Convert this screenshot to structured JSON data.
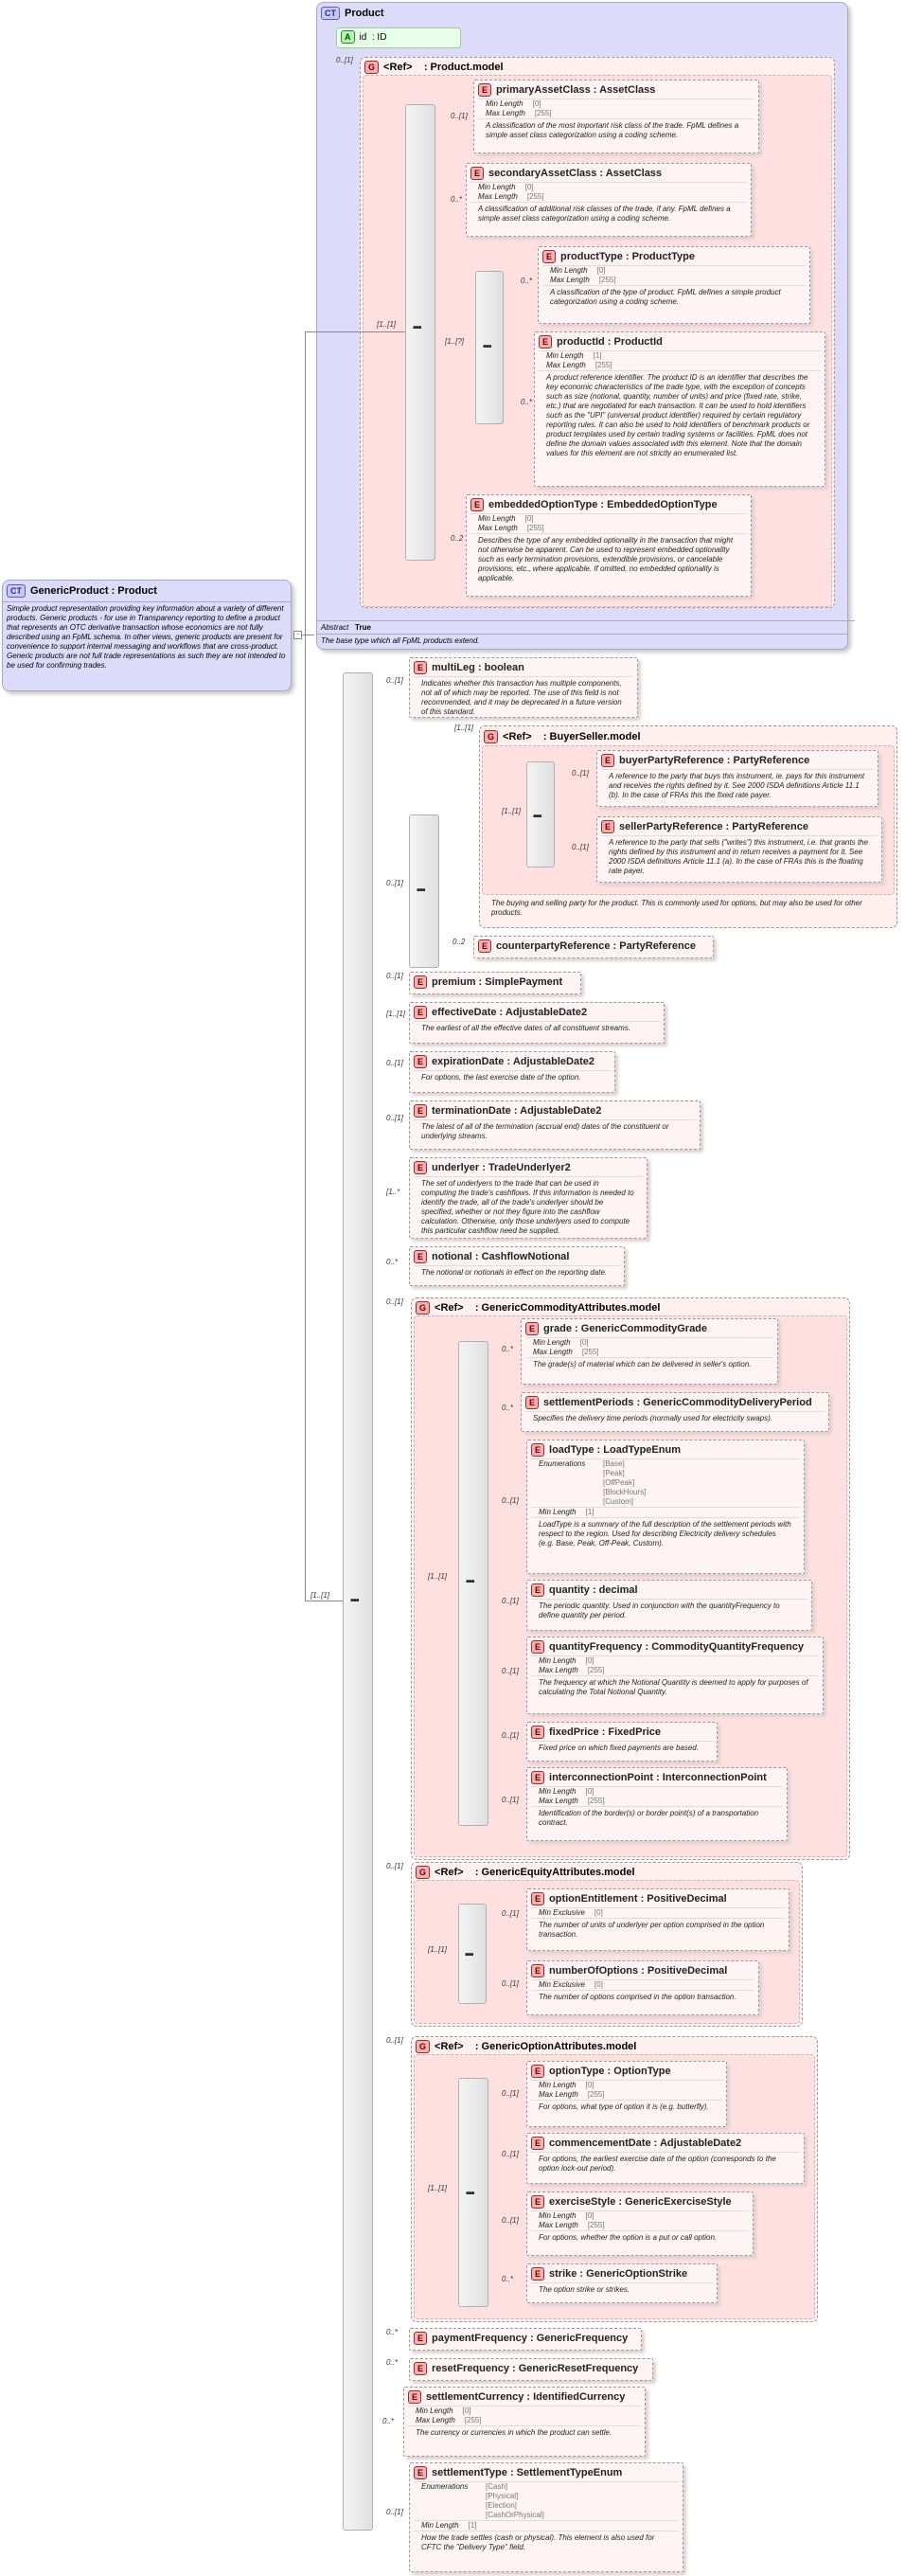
{
  "product": {
    "badge": "CT",
    "name": "Product",
    "attr_badge": "A",
    "attr_name": "id",
    "attr_type": ": ID",
    "model_ref": "<Ref>",
    "model_name": ": Product.model",
    "abstract_label": "Abstract",
    "abstract_value": "True",
    "description": "The base type which all FpML products extend.",
    "mult_model": "0..[1]",
    "mult_seq": "[1..[1]",
    "mult_inner": "[1..[?]"
  },
  "generic": {
    "badge": "CT",
    "name": "GenericProduct : Product",
    "description": "Simple product representation providing key information about a variety of different products. Generic products - for use in Transparency reporting to define a product that represents an OTC derivative transaction whose economics are not fully described using an FpML schema. In other views, generic products are present for convenience to support internal messaging and workflows that are cross-product. Generic products are not full trade representations as such they are not intended to be used for confirming trades."
  },
  "labels": {
    "min_length": "Min Length",
    "max_length": "Max Length",
    "min_exclusive": "Min Exclusive",
    "enumerations": "Enumerations",
    "ref": "<Ref>",
    "e": "E",
    "g": "G"
  },
  "product_elements": [
    {
      "name": "primaryAssetClass",
      "type": "AssetClass",
      "mult": "0..[1]",
      "min": "[0]",
      "max": "[255]",
      "desc": "A classification of the most important risk class of the trade. FpML defines a simple asset class categorization using a coding scheme."
    },
    {
      "name": "secondaryAssetClass",
      "type": "AssetClass",
      "mult": "0..*",
      "min": "[0]",
      "max": "[255]",
      "desc": "A classification of additional risk classes of the trade, if any. FpML defines a simple asset class categorization using a coding scheme."
    },
    {
      "name": "productType",
      "type": "ProductType",
      "mult": "0..*",
      "min": "[0]",
      "max": "[255]",
      "desc": "A classification of the type of product. FpML defines a simple product categorization using a coding scheme."
    },
    {
      "name": "productId",
      "type": "ProductId",
      "mult": "0..*",
      "min": "[1]",
      "max": "[255]",
      "desc": "A product reference identifier. The product ID is an identifier that describes the key economic characteristics of the trade type, with the exception of concepts such as size (notional, quantity, number of units) and price (fixed rate, strike, etc.) that are negotiated for each transaction. It can be used to hold identifiers such as the \"UPI\" (universal product identifier) required by certain regulatory reporting rules. It can also be used to hold identifiers of benchmark products or product templates used by certain trading systems or facilities. FpML does not define the domain values associated with this element. Note that the domain values for this element are not strictly an enumerated list."
    },
    {
      "name": "embeddedOptionType",
      "type": "EmbeddedOptionType",
      "mult": "0..2",
      "min": "[0]",
      "max": "[255]",
      "desc": "Describes the type of any embedded optionality in the transaction that might not otherwise be apparent. Can be used to represent embedded optionality such as early termination provisions, extendible provisions, or cancelable provisions, etc., where applicable. If omitted, no embedded optionality is applicable."
    }
  ],
  "multileg": {
    "name": "multiLeg",
    "type": "boolean",
    "mult": "0..[1]",
    "desc": "Indicates whether this transaction has multiple components, not all of which may be reported. The use of this field is not recommended, and it may be deprecated in a future version of this standard."
  },
  "buyerseller": {
    "model": ": BuyerSeller.model",
    "mult_model": "[1..[1]",
    "mult_seq": "0..[1]",
    "mult_inner": "[1..[1]",
    "desc": "The buying and selling party for the product. This is commonly used for options, but may also be used for other products.",
    "buyer": {
      "name": "buyerPartyReference",
      "type": "PartyReference",
      "mult": "0..[1]",
      "desc": "A reference to the party that buys this instrument, ie. pays for this instrument and receives the rights defined by it. See 2000 ISDA definitions Article 11.1 (b). In the case of FRAs this the fixed rate payer."
    },
    "seller": {
      "name": "sellerPartyReference",
      "type": "PartyReference",
      "mult": "0..[1]",
      "desc": "A reference to the party that sells (\"writes\") this instrument, i.e. that grants the rights defined by this instrument and in return receives a payment for it. See 2000 ISDA definitions Article 11.1 (a). In the case of FRAs this is the floating rate payer."
    },
    "counterparty": {
      "name": "counterpartyReference",
      "type": "PartyReference",
      "mult": "0..2"
    }
  },
  "main_elements": [
    {
      "id": "premium",
      "name": "premium",
      "type": "SimplePayment",
      "mult": "0..[1]",
      "desc": ""
    },
    {
      "id": "effective",
      "name": "effectiveDate",
      "type": "AdjustableDate2",
      "mult": "[1..[1]",
      "desc": "The earliest of all the effective dates of all constituent streams."
    },
    {
      "id": "expiration",
      "name": "expirationDate",
      "type": "AdjustableDate2",
      "mult": "0..[1]",
      "desc": "For options, the last exercise date of the option."
    },
    {
      "id": "termination",
      "name": "terminationDate",
      "type": "AdjustableDate2",
      "mult": "0..[1]",
      "desc": "The latest of all of the termination (accrual end) dates of the constituent or underlying streams."
    },
    {
      "id": "underlyer",
      "name": "underlyer",
      "type": "TradeUnderlyer2",
      "mult": "[1..*",
      "desc": "The set of underlyers to the trade that can be used in computing the trade's cashflows. If this information is needed to identify the trade, all of the trade's underlyer should be specified, whether or not they figure into the cashflow calculation. Otherwise, only those underlyers used to compute this particular cashflow need be supplied."
    },
    {
      "id": "notional",
      "name": "notional",
      "type": "CashflowNotional",
      "mult": "0..*",
      "desc": "The notional or notionals in effect on the reporting date."
    }
  ],
  "commodity": {
    "model": ": GenericCommodityAttributes.model",
    "mult_model": "0..[1]",
    "mult_seq": "[1..[1]",
    "grade": {
      "name": "grade",
      "type": "GenericCommodityGrade",
      "mult": "0..*",
      "min": "[0]",
      "max": "[255]",
      "desc": "The grade(s) of material which can be delivered in seller's option."
    },
    "settlement": {
      "name": "settlementPeriods",
      "type": "GenericCommodityDeliveryPeriod",
      "mult": "0..*",
      "desc": "Specifies the delivery time periods (normally used for electricity swaps)."
    },
    "loadtype": {
      "name": "loadType",
      "type": "LoadTypeEnum",
      "mult": "0..[1]",
      "enums": [
        "[Base]",
        "[Peak]",
        "[OffPeak]",
        "[BlockHours]",
        "[Custom]"
      ],
      "min": "[1]",
      "desc": "LoadType is a summary of the full description of the settlement periods with respect to the region. Used for describing Electricity delivery schedules (e.g. Base, Peak, Off-Peak, Custom)."
    },
    "quantity": {
      "name": "quantity",
      "type": "decimal",
      "mult": "0..[1]",
      "desc": "The periodic quantity. Used in conjunction with the quantityFrequency to define quantity per period."
    },
    "qfreq": {
      "name": "quantityFrequency",
      "type": "CommodityQuantityFrequency",
      "mult": "0..[1]",
      "min": "[0]",
      "max": "[255]",
      "desc": "The frequency at which the Notional Quantity is deemed to apply for purposes of calculating the Total Notional Quantity."
    },
    "fixedprice": {
      "name": "fixedPrice",
      "type": "FixedPrice",
      "mult": "0..[1]",
      "desc": "Fixed price on which fixed payments are based."
    },
    "interconnection": {
      "name": "interconnectionPoint",
      "type": "InterconnectionPoint",
      "mult": "0..[1]",
      "min": "[0]",
      "max": "[255]",
      "desc": "Identification of the border(s) or border point(s) of a transportation contract."
    }
  },
  "equity": {
    "model": ": GenericEquityAttributes.model",
    "mult_model": "0..[1]",
    "mult_seq": "[1..[1]",
    "optent": {
      "name": "optionEntitlement",
      "type": "PositiveDecimal",
      "mult": "0..[1]",
      "minex": "[0]",
      "desc": "The number of units of underlyer per option comprised in the option transaction."
    },
    "numopt": {
      "name": "numberOfOptions",
      "type": "PositiveDecimal",
      "mult": "0..[1]",
      "minex": "[0]",
      "desc": "The number of options comprised in the option transaction."
    }
  },
  "option": {
    "model": ": GenericOptionAttributes.model",
    "mult_model": "0..[1]",
    "mult_seq": "[1..[1]",
    "opttype": {
      "name": "optionType",
      "type": "OptionType",
      "mult": "0..[1]",
      "min": "[0]",
      "max": "[255]",
      "desc": "For options, what type of option it is (e.g. butterfly)."
    },
    "commence": {
      "name": "commencementDate",
      "type": "AdjustableDate2",
      "mult": "0..[1]",
      "desc": "For options, the earliest exercise date of the option (corresponds to the option lock-out period)."
    },
    "exstyle": {
      "name": "exerciseStyle",
      "type": "GenericExerciseStyle",
      "mult": "0..[1]",
      "min": "[0]",
      "max": "[255]",
      "desc": "For options, whether the option is a put or call option."
    },
    "strike": {
      "name": "strike",
      "type": "GenericOptionStrike",
      "mult": "0..*",
      "desc": "The option strike or strikes."
    }
  },
  "tail_elements": [
    {
      "id": "payfreq",
      "name": "paymentFrequency",
      "type": "GenericFrequency",
      "mult": "0..*"
    },
    {
      "id": "resetfreq",
      "name": "resetFrequency",
      "type": "GenericResetFrequency",
      "mult": "0..*"
    }
  ],
  "settlecur": {
    "name": "settlementCurrency",
    "type": "IdentifiedCurrency",
    "mult": "0..*",
    "min": "[0]",
    "max": "[255]",
    "desc": "The currency or currencies in which the product can settle."
  },
  "settletype": {
    "name": "settlementType",
    "type": "SettlementTypeEnum",
    "mult": "0..[1]",
    "enums": [
      "[Cash]",
      "[Physical]",
      "[Election]",
      "[CashOrPhysical]"
    ],
    "min": "[1]",
    "desc": "How the trade settles (cash or physical). This element is also used for CFTC the \"Delivery Type\" field."
  },
  "main_mult": "[1..[1]"
}
